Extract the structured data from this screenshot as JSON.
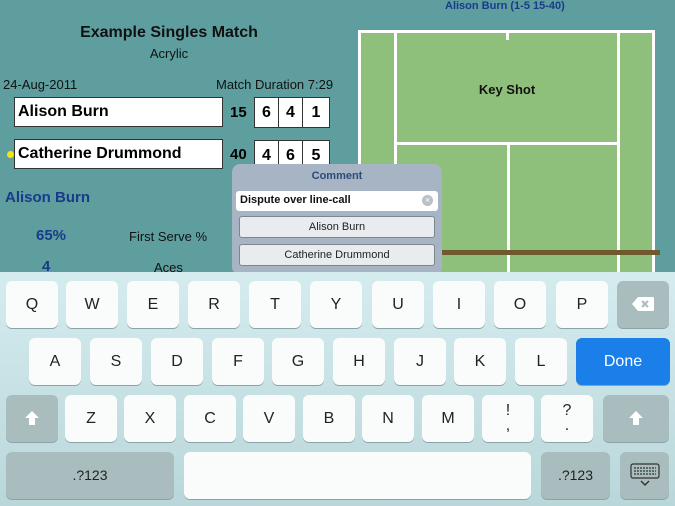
{
  "match": {
    "title": "Example Singles Match",
    "surface": "Acrylic",
    "date": "24-Aug-2011",
    "duration": "Match Duration 7:29"
  },
  "players": [
    {
      "name": "Alison Burn",
      "points": "15",
      "sets": [
        "6",
        "4",
        "1"
      ],
      "serving": false
    },
    {
      "name": "Catherine Drummond",
      "points": "40",
      "sets": [
        "4",
        "6",
        "5"
      ],
      "serving": true
    }
  ],
  "stats": {
    "player": "Alison Burn",
    "rows": [
      {
        "value": "65%",
        "label": "First Serve %"
      },
      {
        "value": "4",
        "label": "Aces"
      }
    ]
  },
  "court": {
    "header": "Alison Burn  (1-5 15-40)",
    "key_shot": "Key Shot"
  },
  "comment": {
    "title": "Comment",
    "value": "Dispute over line-call",
    "options": [
      "Alison Burn",
      "Catherine Drummond"
    ]
  },
  "keyboard": {
    "row1": [
      "Q",
      "W",
      "E",
      "R",
      "T",
      "Y",
      "U",
      "I",
      "O",
      "P"
    ],
    "row2": [
      "A",
      "S",
      "D",
      "F",
      "G",
      "H",
      "J",
      "K",
      "L"
    ],
    "row3": [
      "Z",
      "X",
      "C",
      "V",
      "B",
      "N",
      "M"
    ],
    "punct1": [
      "!",
      ","
    ],
    "punct2": [
      "?",
      "."
    ],
    "done": "Done",
    "numbers": ".?123"
  },
  "colors": {
    "accent": "#1a7fe8",
    "court": "#8fc07b",
    "background": "#5e9e9e"
  }
}
